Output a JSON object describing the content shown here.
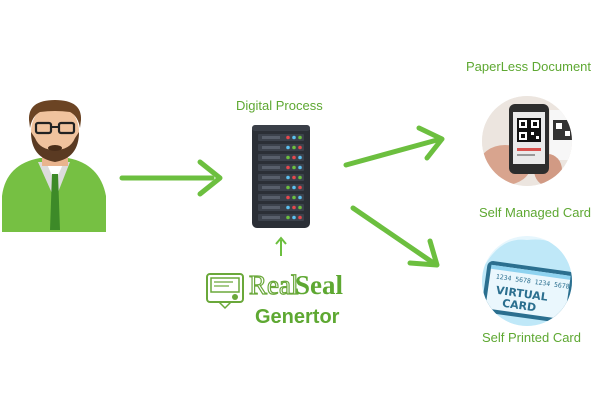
{
  "labels": {
    "digital_process": "Digital Process",
    "paperless_document": "PaperLess Document",
    "self_managed_card": "Self Managed Card",
    "self_printed_card": "Self Printed Card"
  },
  "logo": {
    "word1": "Real",
    "word2": "Seal",
    "subtitle": "Genertor"
  },
  "card": {
    "numbers": "1234 5678 1234 5678",
    "line1": "VIRTUAL",
    "line2": "CARD"
  },
  "colors": {
    "accent_green": "#6cbf3f",
    "text_green": "#5ea832",
    "server_dark": "#2b2f36",
    "card_blue": "#8fd3f0"
  }
}
